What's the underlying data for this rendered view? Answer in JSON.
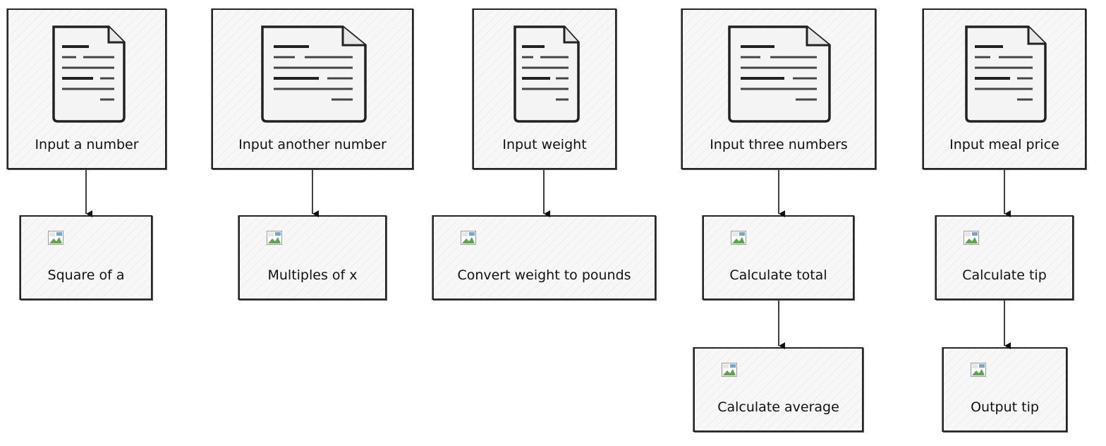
{
  "inputs": [
    {
      "label": "Input a number"
    },
    {
      "label": "Input another number"
    },
    {
      "label": "Input weight"
    },
    {
      "label": "Input three numbers"
    },
    {
      "label": "Input meal price"
    }
  ],
  "steps": [
    {
      "label": "Square of a"
    },
    {
      "label": "Multiples of x"
    },
    {
      "label": "Convert weight to pounds"
    },
    {
      "label": "Calculate total"
    },
    {
      "label": "Calculate tip"
    },
    {
      "label": "Calculate average"
    },
    {
      "label": "Output tip"
    }
  ],
  "icons": {
    "input_box": "document-icon",
    "process_box": "image-icon"
  },
  "colors": {
    "stroke": "#262626",
    "fill": "#f7f7f7"
  }
}
